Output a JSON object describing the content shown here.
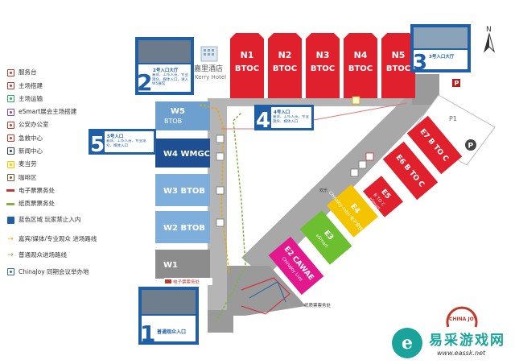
{
  "halls": {
    "n": [
      {
        "code": "N1",
        "sub": "BTOC"
      },
      {
        "code": "N2",
        "sub": "BTOC"
      },
      {
        "code": "N3",
        "sub": "BTOC"
      },
      {
        "code": "N4",
        "sub": "BTOC"
      },
      {
        "code": "N5",
        "sub": "BTOC"
      }
    ],
    "w": [
      {
        "code": "W5",
        "sub": "BTOB"
      },
      {
        "code": "W4 WMGC",
        "sub": ""
      },
      {
        "code": "W3 BTOB",
        "sub": ""
      },
      {
        "code": "W2 BTOB",
        "sub": ""
      },
      {
        "code": "W1",
        "sub": ""
      }
    ],
    "e": [
      {
        "code": "E7 B TO C"
      },
      {
        "code": "E6 B TO C"
      },
      {
        "code": "E5",
        "sub": "B TO C",
        "sub2": "eSmart"
      },
      {
        "code": "E4",
        "sub": "ChinaJoy-Intel 电子竞技大赛"
      },
      {
        "code": "E3",
        "sub": "eSmart"
      },
      {
        "code": "E2  CAWAE",
        "sub": "ChinaJoy Live"
      }
    ],
    "p1": "P1"
  },
  "hotel": {
    "cn": "嘉里酒店",
    "en": "Kerry Hotel"
  },
  "entrances": [
    {
      "num": "1",
      "label": "普通观众入口"
    },
    {
      "num": "2",
      "label": "2号入口大厅",
      "desc": "嘉宾、工作人员、专业观众、媒体入口，进入W5展馆"
    },
    {
      "num": "3",
      "label": "3号入口大厅"
    },
    {
      "num": "4",
      "label": "4号入口",
      "desc": "嘉宾、工作人员、专业观众、媒体入口"
    },
    {
      "num": "5",
      "label": "5号入口",
      "desc": "嘉宾、工作人员、专业观众、媒体入口"
    }
  ],
  "tags": {
    "eticket_w1": "电子票票务处",
    "paper_ticket": "纸质票票务处",
    "huanyi": "欢乐"
  },
  "legend": [
    {
      "icon": "service",
      "text": "服务台",
      "color": "#c0392b"
    },
    {
      "icon": "build",
      "text": "主场搭建",
      "color": "#c0392b"
    },
    {
      "icon": "transport",
      "text": "主场运输",
      "color": "#27ae60"
    },
    {
      "icon": "esmart",
      "text": "eSmart展会主场搭建",
      "color": "#8e44ad"
    },
    {
      "icon": "police",
      "text": "公安办公室",
      "color": "#c0392b"
    },
    {
      "icon": "aid",
      "text": "急救中心",
      "color": "#c0392b"
    },
    {
      "icon": "press",
      "text": "新闻中心",
      "color": "#2c3e50"
    },
    {
      "icon": "mcd",
      "text": "麦当劳",
      "color": "#f1c40f"
    },
    {
      "icon": "cafe",
      "text": "咖啡区",
      "color": "#7f5539"
    },
    {
      "icon": "eticket",
      "text": "电子票票务处",
      "color": "#c0392b"
    },
    {
      "icon": "paper",
      "text": "纸质票票务处",
      "color": "#7cb342"
    },
    {
      "icon": "blue",
      "text": "蓝色区域 玩家禁止入内",
      "color": "#1e5fa8"
    },
    {
      "icon": "arrow-vip",
      "text": "嘉宾/媒体/专业观众 进场路线",
      "color": "#f0a500"
    },
    {
      "icon": "arrow-public",
      "text": "普通观众进场路线",
      "color": "#7cb342"
    },
    {
      "icon": "cj",
      "text": "ChinaJoy 同期会议举办地",
      "color": "#3a6ea5"
    }
  ],
  "parking": "P",
  "compass": "N",
  "chinajoy_logo": "CHINA JOY",
  "watermark": {
    "logo": "e",
    "title": "易采游戏网",
    "url": "www.eassk.net"
  },
  "colors": {
    "n_hall": "#e0202d",
    "w5": "#6ea0cf",
    "w_dark": "#1e4f93",
    "w_light": "#7eaedc",
    "w1": "#8c8c8c",
    "e_red": "#e0202d",
    "e_yellow": "#f5c400",
    "e_green": "#6cbf2e",
    "e_pink": "#e2188c",
    "corridor": "#9e9e9e"
  }
}
